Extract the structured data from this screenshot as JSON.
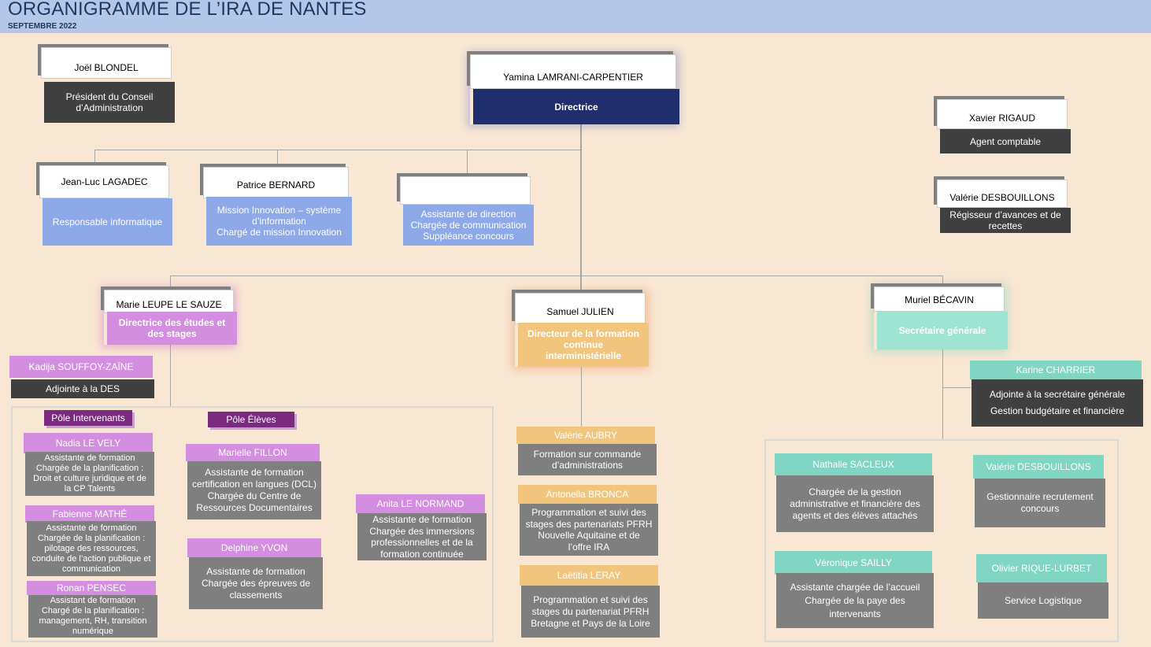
{
  "header": {
    "title": "ORGANIGRAMME DE L’IRA DE NANTES",
    "date": "SEPTEMBRE 2022"
  },
  "president": {
    "name": "Joël BLONDEL",
    "role": [
      "Président du Conseil",
      "d’Administration"
    ]
  },
  "director": {
    "name": "Yamina LAMRANI-CARPENTIER",
    "role": [
      "Directrice"
    ]
  },
  "accountant": {
    "name": "Xavier RIGAUD",
    "role": [
      "Agent comptable"
    ]
  },
  "regisseur": {
    "name": "Valérie DESBOUILLONS",
    "role": [
      "Régisseur d’avances et de",
      "recettes"
    ]
  },
  "it": {
    "name": "Jean-Luc LAGADEC",
    "role": [
      "Responsable informatique"
    ]
  },
  "innovation": {
    "name": "Patrice BERNARD",
    "role": [
      "Mission Innovation – système",
      "d’information",
      "Chargé de mission Innovation"
    ]
  },
  "assistant": {
    "name": "",
    "role": [
      "Assistante de direction",
      "Chargée de communication",
      "Suppléance concours"
    ]
  },
  "des": {
    "name": "Marie LEUPE LE SAUZE",
    "role": [
      "Directrice des études et",
      "des stages"
    ]
  },
  "des_deputy": {
    "name": "Kadija SOUFFOY-ZAÏNE",
    "role": [
      "Adjointe à la DES"
    ]
  },
  "poles": {
    "intervenants": "Pôle Intervenants",
    "eleves": "Pôle Élèves"
  },
  "nadia": {
    "name": "Nadia LE VELY",
    "role": [
      "Assistante de formation",
      "Chargée de la planification :",
      "Droit et culture juridique et de",
      "la CP Talents"
    ]
  },
  "fabienne": {
    "name": "Fabienne MATHÉ",
    "role": [
      "Assistante de formation",
      "Chargée de la planification :",
      "pilotage des ressources,",
      "conduite de l’action publique et",
      "communication"
    ]
  },
  "ronan": {
    "name": "Ronan PENSEC",
    "role": [
      "Assistant de formation",
      "Chargé de la planification :",
      "management, RH, transition",
      "numérique"
    ]
  },
  "marielle": {
    "name": "Marielle FILLON",
    "role": [
      "Assistante de formation",
      "certification en langues (DCL)",
      "Chargée du Centre de",
      "Ressources Documentaires"
    ]
  },
  "delphine": {
    "name": "Delphine YVON",
    "role": [
      "Assistante de formation",
      "Chargée des épreuves de",
      "classements"
    ]
  },
  "anita": {
    "name": "Anita LE NORMAND",
    "role": [
      "Assistante de formation",
      "Chargée des immersions",
      "professionnelles et de la",
      "formation continuée"
    ]
  },
  "dfc": {
    "name": "Samuel JULIEN",
    "role": [
      "Directeur de la formation",
      "continue",
      "interministérielle"
    ]
  },
  "valerie_a": {
    "name": "Valérie AUBRY",
    "role": [
      "Formation sur commande",
      "d’administrations"
    ]
  },
  "antonella": {
    "name": "Antonella BRONCA",
    "role": [
      "Programmation et suivi des",
      "stages des partenariats PFRH",
      "Nouvelle Aquitaine et de",
      "l’offre IRA"
    ]
  },
  "laetitia": {
    "name": "Laëtitia LERAY",
    "role": [
      "Programmation et suivi des",
      "stages du partenariat PFRH",
      "Bretagne et Pays de la Loire"
    ]
  },
  "sg": {
    "name": "Muriel BÉCAVIN",
    "role": [
      "Secrétaire générale"
    ]
  },
  "karine": {
    "name": "Karine CHARRIER",
    "role": [
      "Adjointe à la secrétaire générale",
      "Gestion budgétaire et financière"
    ]
  },
  "nathalie": {
    "name": "Nathalie SACLEUX",
    "role": [
      "Chargée de la gestion",
      "administrative et financière des",
      "agents et des élèves attachés"
    ]
  },
  "valerie_d": {
    "name": "Valérie DESBOUILLONS",
    "role": [
      "Gestionnaire recrutement",
      "concours"
    ]
  },
  "veronique": {
    "name": "Véronique SAILLY",
    "role": [
      "Assistante chargée de l’accueil",
      "Chargée de la paye des",
      "intervenants"
    ]
  },
  "olivier": {
    "name": "Olivier RIQUE-LURBET",
    "role": [
      "Service Logistique"
    ]
  }
}
